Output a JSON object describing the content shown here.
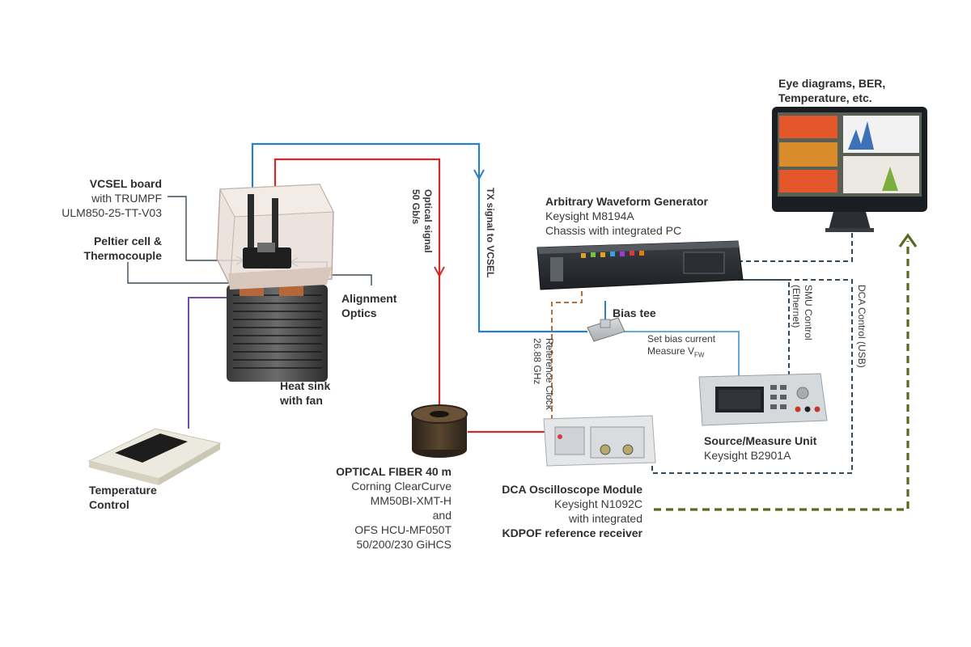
{
  "labels": {
    "vcsel_title": "VCSEL board",
    "vcsel_line2": "with TRUMPF",
    "vcsel_line3": "ULM850-25-TT-V03",
    "peltier_line1": "Peltier cell &",
    "peltier_line2": "Thermocouple",
    "alignment_line1": "Alignment",
    "alignment_line2": "Optics",
    "heatsink_line1": "Heat sink",
    "heatsink_line2": "with fan",
    "temp_line1": "Temperature",
    "temp_line2": "Control",
    "optical_signal_line1": "Optical signal",
    "optical_signal_line2": "50 Gb/s",
    "tx_signal": "TX signal to VCSEL",
    "awg_title": "Arbitrary Waveform Generator",
    "awg_line2": "Keysight M8194A",
    "awg_line3": "Chassis with integrated PC",
    "bias_tee": "Bias tee",
    "set_bias": "Set bias current",
    "measure_v": "Measure V",
    "measure_v_sub": "FW",
    "ref_clock_line1": "Reference Clock",
    "ref_clock_line2": "26.88 GHz",
    "smu_control_line1": "SMU Control",
    "smu_control_line2": "(Ethernet)",
    "dca_control": "DCA Control (USB)",
    "smu_title": "Source/Measure Unit",
    "smu_line2": "Keysight B2901A",
    "fiber_title": "OPTICAL FIBER 40 m",
    "fiber_line2": "Corning ClearCurve",
    "fiber_line3": "MM50BI-XMT-H",
    "fiber_line4": "and",
    "fiber_line5": "OFS HCU-MF050T",
    "fiber_line6": "50/200/230 GiHCS",
    "dca_title": "DCA Oscilloscope Module",
    "dca_line2": "Keysight N1092C",
    "dca_line3": "with integrated",
    "dca_line4": "KDPOF reference receiver",
    "monitor_line1": "Eye diagrams, BER,",
    "monitor_line2": "Temperature, etc."
  },
  "colors": {
    "electrical_tx": "#2a7fc0",
    "optical": "#cf2b2b",
    "bias": "#4aa3d9",
    "clock": "#b5703a",
    "control": "#344a5a",
    "result_arrow": "#566b20",
    "temp_control_link": "#7a4aa8",
    "pointer": "#3c4a56"
  },
  "icons": [
    "vcsel-enclosure-icon",
    "heat-sink-icon",
    "temperature-controller-icon",
    "fiber-spool-icon",
    "awg-chassis-icon",
    "bias-tee-icon",
    "smu-icon",
    "dca-module-icon",
    "monitor-icon"
  ]
}
